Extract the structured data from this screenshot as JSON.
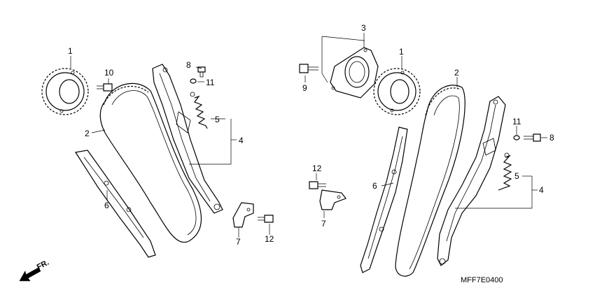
{
  "diagram": {
    "reference_code": "MFF7E0400",
    "direction_label": "FR.",
    "callouts": {
      "left": {
        "sprocket": "1",
        "chain": "2",
        "tensioner_arm": "4",
        "spring": "5",
        "guide": "6",
        "plate": "7",
        "bolt_top": "8",
        "bolt_sprocket": "10",
        "washer": "11",
        "bolt_plate": "12"
      },
      "right": {
        "sprocket": "1",
        "chain": "2",
        "bracket": "3",
        "tensioner_arm": "4",
        "spring": "5",
        "guide": "6",
        "plate": "7",
        "bolt_side": "8",
        "bolt_bracket": "9",
        "washer": "11",
        "bolt_plate": "12"
      }
    }
  }
}
